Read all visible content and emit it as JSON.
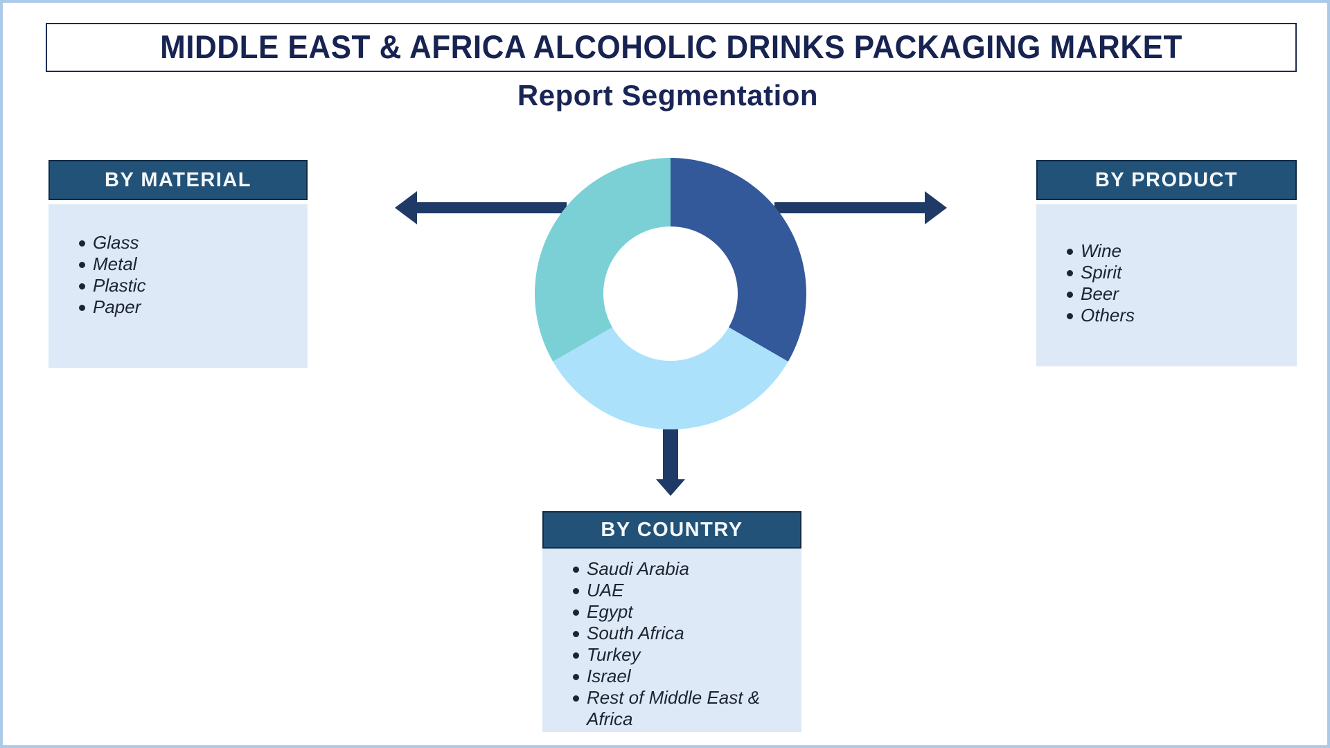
{
  "page": {
    "title": "MIDDLE EAST & AFRICA ALCOHOLIC DRINKS PACKAGING MARKET",
    "subtitle": "Report Segmentation"
  },
  "colors": {
    "frame_border": "#adc9e8",
    "navy_text": "#172351",
    "header_bg": "#225278",
    "header_border": "#122b44",
    "list_bg": "#dde9f7",
    "arrow": "#1f3a66",
    "donut_dark_blue": "#33599a",
    "donut_light_blue": "#abe1fb",
    "donut_teal": "#7bd0d6"
  },
  "segments": {
    "material": {
      "header": "BY MATERIAL",
      "items": [
        "Glass",
        "Metal",
        "Plastic",
        "Paper"
      ]
    },
    "product": {
      "header": "BY PRODUCT",
      "items": [
        "Wine",
        "Spirit",
        "Beer",
        "Others"
      ]
    },
    "country": {
      "header": "BY COUNTRY",
      "items": [
        "Saudi Arabia",
        "UAE",
        "Egypt",
        "South Africa",
        "Turkey",
        "Israel",
        "Rest of Middle East & Africa"
      ]
    }
  },
  "donut": {
    "segments": [
      {
        "name": "product",
        "color": "#33599a",
        "value": 1
      },
      {
        "name": "country",
        "color": "#abe1fb",
        "value": 1
      },
      {
        "name": "material",
        "color": "#7bd0d6",
        "value": 1
      }
    ]
  }
}
